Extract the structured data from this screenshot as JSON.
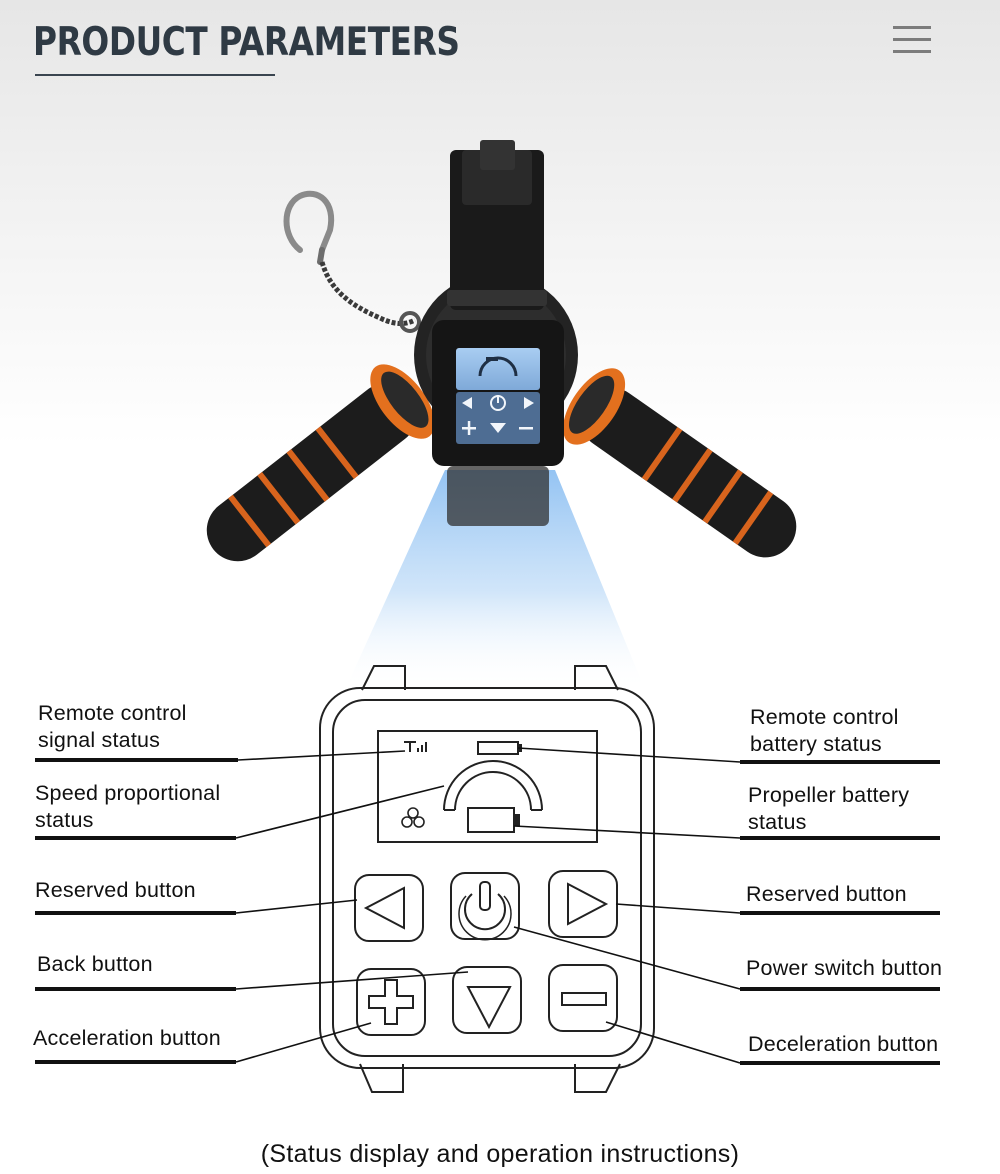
{
  "header": {
    "title": "PRODUCT PARAMETERS",
    "menu_icon": "hamburger-menu-icon"
  },
  "remote_screen": {
    "buttons": [
      "left-arrow",
      "power",
      "right-arrow",
      "plus",
      "down-arrow",
      "minus"
    ]
  },
  "labels": {
    "signal_status": "Remote control\nsignal status",
    "speed_status": "Speed proportional\nstatus",
    "reserved_left": "Reserved button",
    "back_button": "Back button",
    "acceleration_button": "Acceleration button",
    "battery_status": "Remote control\nbattery status",
    "propeller_battery": "Propeller battery\nstatus",
    "reserved_right": "Reserved button",
    "power_switch": "Power switch button",
    "deceleration_button": "Deceleration button"
  },
  "caption": "(Status display and operation instructions)",
  "colors": {
    "title": "#2f3a44",
    "accent_orange": "#e3701e",
    "beam_blue": "#a9cff5",
    "screen_blue": "#9fc3ea"
  }
}
